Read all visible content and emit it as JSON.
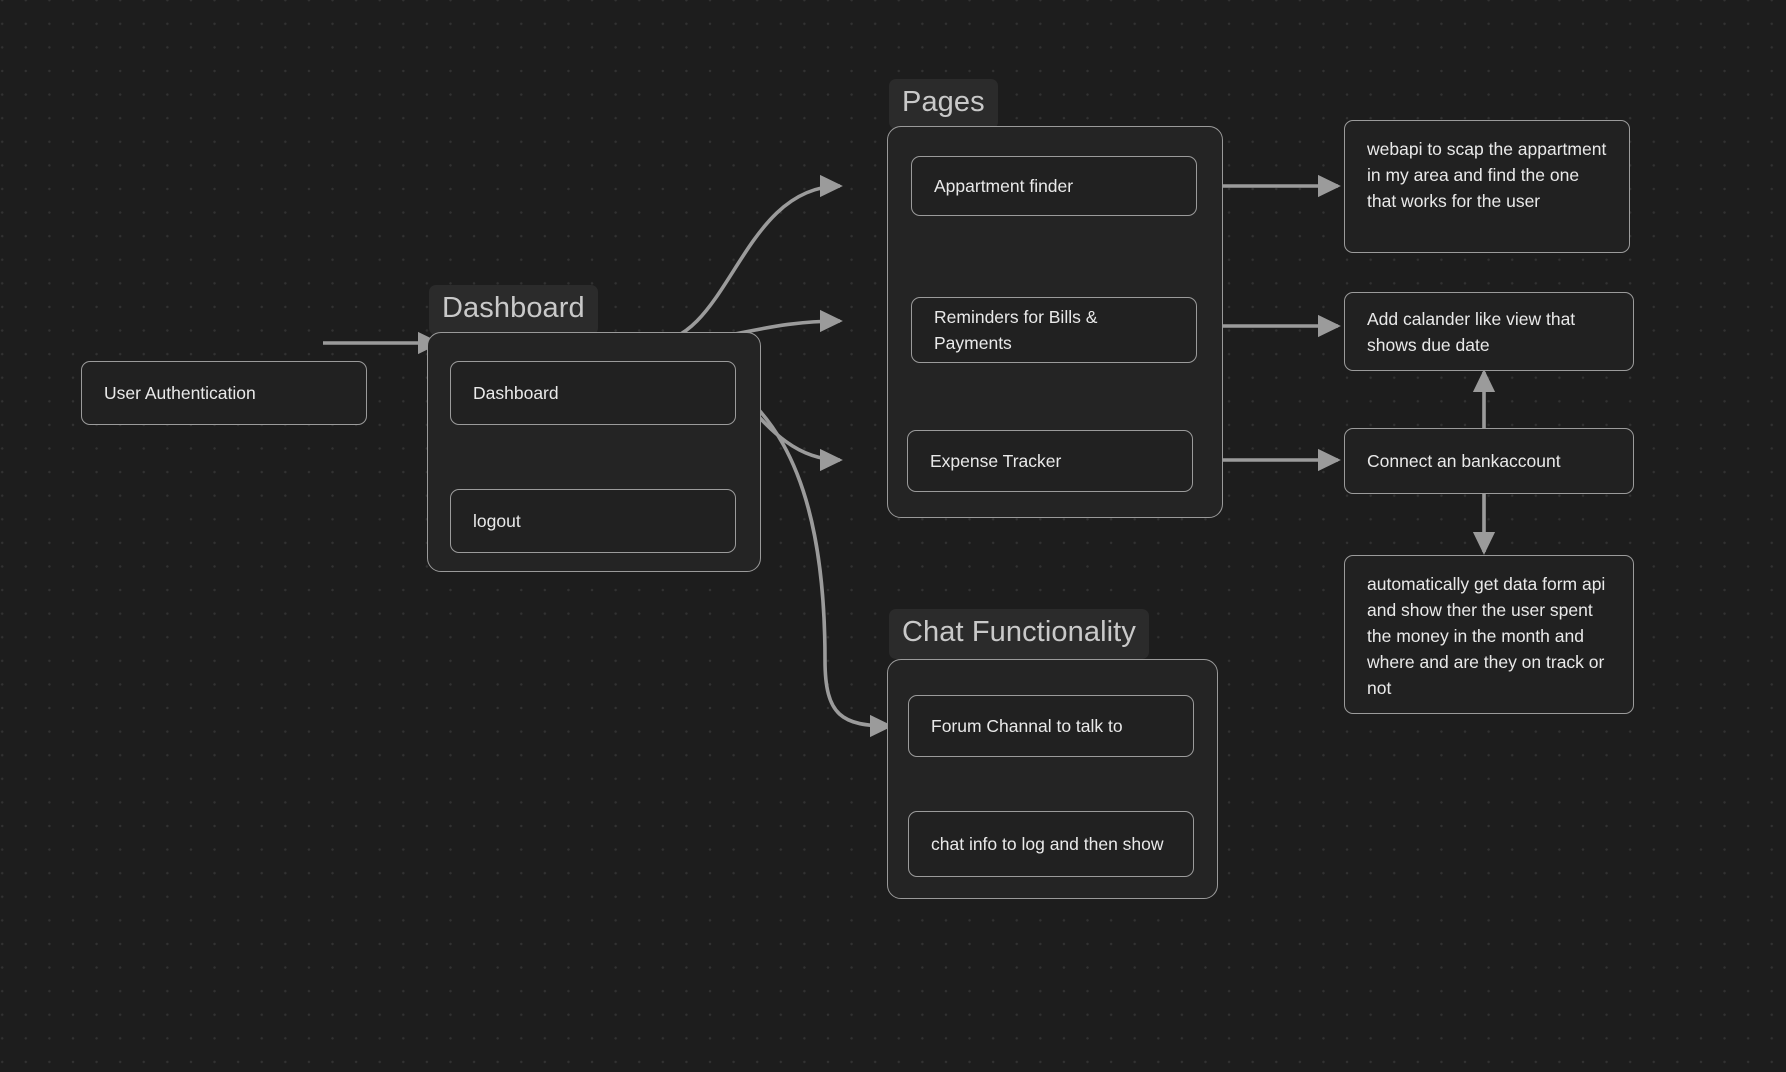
{
  "canvas": {
    "title": "Flowchart Canvas",
    "background_color": "#1d1d1d",
    "dot_color": "#323232",
    "node_fill": "#212121",
    "group_fill": "#242424",
    "border_color": "#9b9b9b",
    "edge_color": "#9b9b9b",
    "text_color": "#e9e9e9",
    "group_label_color": "#c9c9c9"
  },
  "groups": [
    {
      "id": "dashboard-group",
      "label": "Dashboard"
    },
    {
      "id": "pages-group",
      "label": "Pages"
    },
    {
      "id": "chat-group",
      "label": "Chat Functionality"
    }
  ],
  "nodes": {
    "user_authentication": "User Authentication",
    "dashboard": "Dashboard",
    "logout": "logout",
    "appartment_finder": "Appartment finder",
    "reminders_bills": "Reminders for Bills & Payments",
    "expense_tracker": "Expense Tracker",
    "forum_channel": "Forum Channal to talk to",
    "chat_info": "chat info to log and then show",
    "note_webapi": "webapi to scap the appartment in my area and find the one that works for the user",
    "note_calendar": "Add calander like view that shows due date",
    "note_bankaccount": "Connect an bankaccount",
    "note_auto_data": "automatically get data form api and show ther the user spent the money in the month and where and are they on track or not"
  },
  "edges": [
    {
      "from": "user_authentication",
      "to": "dashboard",
      "style": "straight-arrow"
    },
    {
      "from": "dashboard",
      "to": "logout",
      "style": "down-arrow"
    },
    {
      "from": "dashboard",
      "to": "appartment_finder",
      "style": "curve-arrow"
    },
    {
      "from": "dashboard",
      "to": "reminders_bills",
      "style": "curve-arrow"
    },
    {
      "from": "dashboard",
      "to": "expense_tracker",
      "style": "curve-arrow"
    },
    {
      "from": "dashboard",
      "to": "forum_channel",
      "style": "curve-arrow"
    },
    {
      "from": "appartment_finder",
      "to": "note_webapi",
      "style": "straight-arrow"
    },
    {
      "from": "reminders_bills",
      "to": "note_calendar",
      "style": "straight-arrow"
    },
    {
      "from": "expense_tracker",
      "to": "note_bankaccount",
      "style": "straight-arrow"
    },
    {
      "from": "note_bankaccount",
      "to": "note_calendar",
      "style": "up-arrow"
    },
    {
      "from": "note_bankaccount",
      "to": "note_auto_data",
      "style": "down-arrow"
    },
    {
      "from": "forum_channel",
      "to": "chat_info",
      "style": "down-arrow"
    }
  ]
}
